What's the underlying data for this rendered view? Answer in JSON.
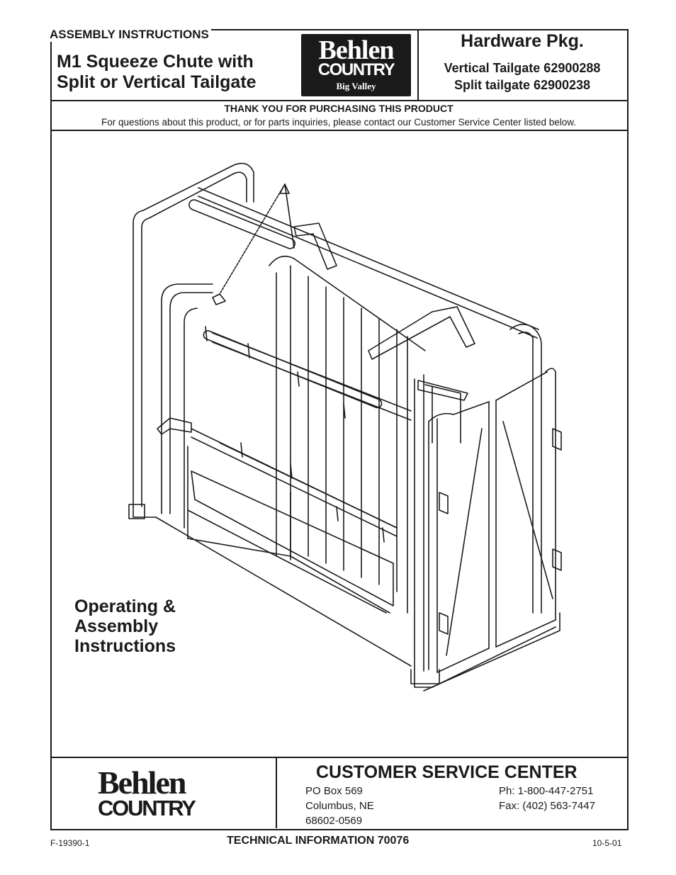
{
  "header": {
    "section_label": "ASSEMBLY INSTRUCTIONS",
    "product_title_line1": "M1 Squeeze Chute with",
    "product_title_line2": "Split or Vertical Tailgate",
    "logo": {
      "brand": "Behlen",
      "line2": "COUNTRY",
      "line3": "Big Valley"
    },
    "hardware": {
      "title": "Hardware Pkg.",
      "vertical": "Vertical Tailgate 62900288",
      "split": "Split tailgate  62900238"
    }
  },
  "thanks": {
    "heading": "THANK YOU FOR PURCHASING THIS PRODUCT",
    "note": "For questions about this product, or for parts inquiries, please contact our Customer Service Center listed below."
  },
  "main": {
    "op_line1": "Operating &",
    "op_line2": "Assembly",
    "op_line3": "Instructions"
  },
  "footer": {
    "logo": {
      "brand": "Behlen",
      "line2": "COUNTRY"
    },
    "csc_title": "CUSTOMER SERVICE CENTER",
    "address": [
      "PO Box 569",
      "Columbus, NE",
      "68602-0569"
    ],
    "phone": "Ph: 1-800-447-2751",
    "fax": "Fax: (402) 563-7447"
  },
  "bottom": {
    "doc_code": "F-19390-1",
    "tech_info": "TECHNICAL INFORMATION 70076",
    "date": "10-5-01"
  }
}
